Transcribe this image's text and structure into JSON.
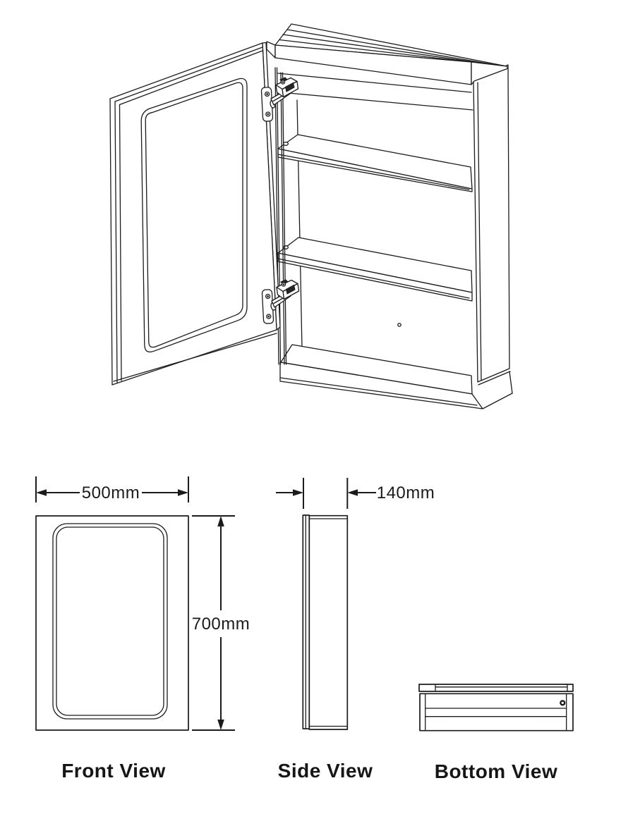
{
  "drawing": {
    "type": "technical-drawing",
    "subject": "mirrored cabinet with open door, two internal shelves and two concealed hinges",
    "line_color": "#1b1b1b",
    "background_color": "#ffffff"
  },
  "views": {
    "isometric": {
      "name": "isometric-open-door-view"
    },
    "front": {
      "label": "Front View"
    },
    "side": {
      "label": "Side View"
    },
    "bottom": {
      "label": "Bottom View"
    }
  },
  "dimensions": {
    "width": {
      "value": 500,
      "unit": "mm",
      "label": "500mm"
    },
    "height": {
      "value": 700,
      "unit": "mm",
      "label": "700mm"
    },
    "depth": {
      "value": 140,
      "unit": "mm",
      "label": "140mm"
    }
  }
}
